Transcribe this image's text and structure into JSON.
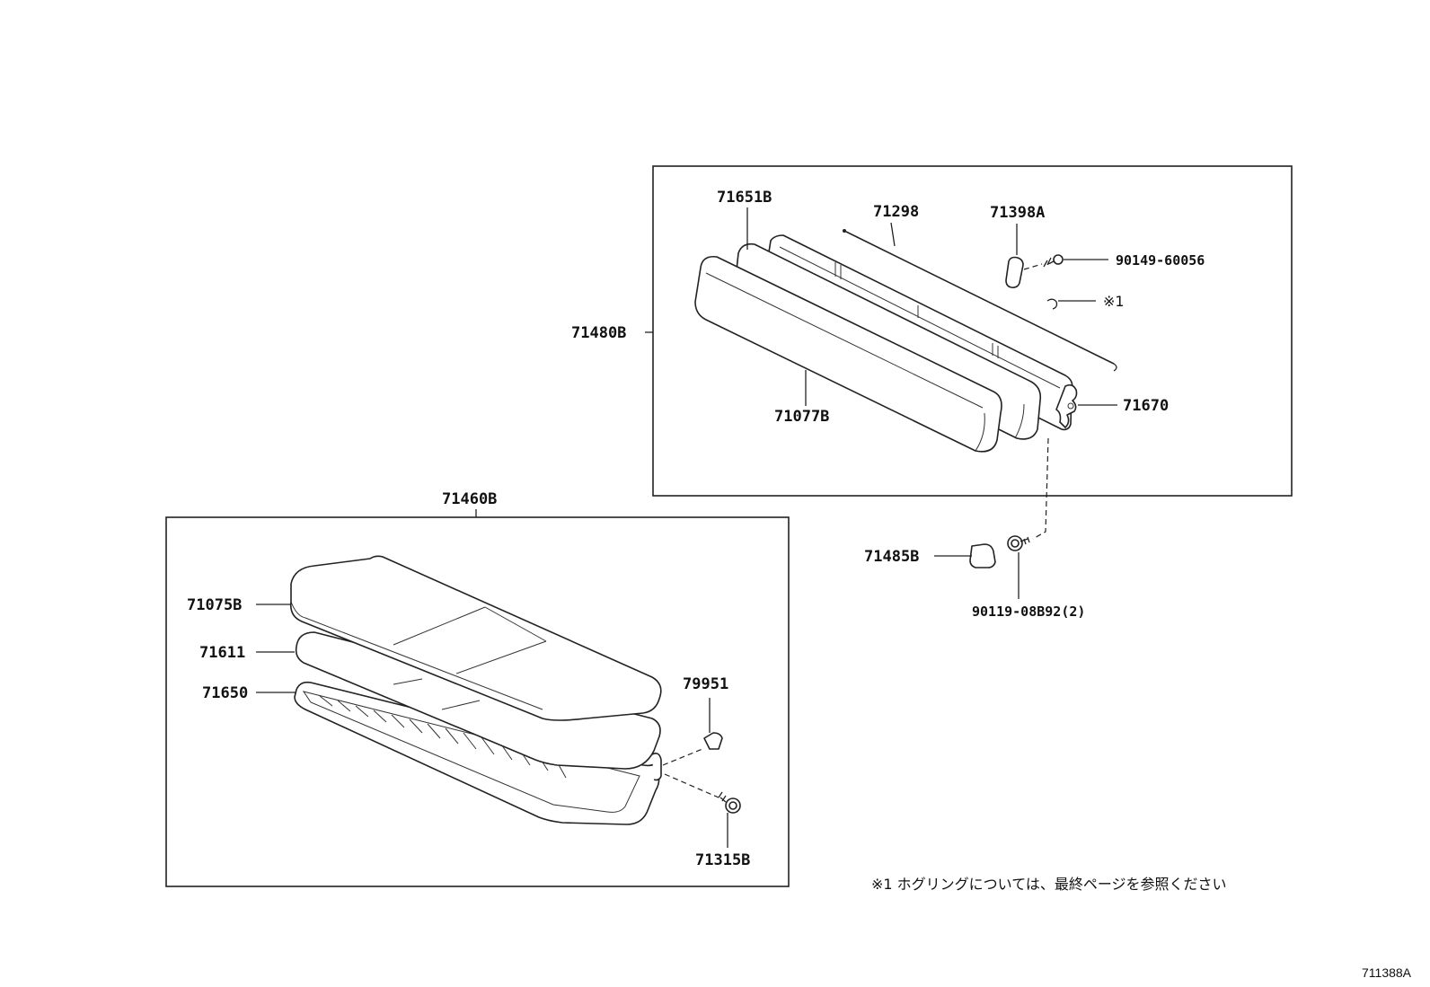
{
  "upper_group": {
    "assembly_label": "71480B",
    "parts": {
      "p71651B": "71651B",
      "p71298": "71298",
      "p71398A": "71398A",
      "p90149": "90149-60056",
      "ref1": "※1",
      "p71077B": "71077B",
      "p71670": "71670"
    }
  },
  "lower_group": {
    "assembly_label": "71460B",
    "parts": {
      "p71075B": "71075B",
      "p71611": "71611",
      "p71650": "71650",
      "p79951": "79951",
      "p71315B": "71315B"
    }
  },
  "outside_parts": {
    "p71485B": "71485B",
    "p90119": "90119-08B92(2)"
  },
  "footnote": "※1 ホグリングについては、最終ページを参照ください",
  "figure_id": "711388A"
}
